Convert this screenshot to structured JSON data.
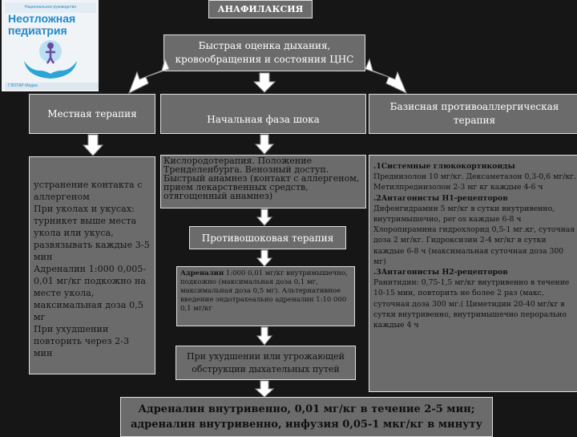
{
  "book": {
    "header": "Национальное руководство",
    "title_line1": "Неотложная",
    "title_line2": "педиатрия",
    "subtitle": "Под редакцией Б.М. Блохина",
    "footer": "ГЭОТАР-Медиа"
  },
  "title": "АНАФИЛАКСИЯ",
  "assessment": "Быстрая оценка дыхания, кровообращения и состояния ЦНС",
  "branches": {
    "local": {
      "title": "Местная терапия",
      "text": "устранение контакта с аллергеном\nПри уколах и укусах: турникет выше места укола или укуса, развязывать каждые 3-5 мин\nАдреналин 1:000 0,005-0,01 мг/кг подкожно на месте укола, максимальная доза 0,5 мг\nПри ухудшении повторить через 2-3 мин"
    },
    "shock": {
      "title": "Начальная фаза шока",
      "step1": "Кислородотерапия. Положение Тренделенбурга. Венозный доступ. Быстрый анамнез (контакт с аллергеном, прием лекарственных средств, отягощенный анамнез)",
      "step2": "Противошоковая терапия",
      "step3_bold": "Адреналин",
      "step3_rest": " 1:000 0,01 мг/кг внутримышечно, подкожно (максимальная доза 0,1 мг, максимальная доза 0,5 мг). Альтернативное введение эндотрахеально адреналин 1:10 000 0,1 мг/кг",
      "step4": "При ухудшении или угрожающей обструкции дыхательных путей"
    },
    "basic": {
      "title": "Базисная противоаллергическая терапия",
      "items": [
        {
          "type": "heading",
          "text": ".1Системные глюкокортикоиды"
        },
        {
          "type": "text",
          "text": "Преднизолон 10 мг/кг. Дексаметазон 0,3-0,6 мг/кг. Метилпреднизолон 2-3 мг кг каждые 4-6 ч"
        },
        {
          "type": "heading",
          "text": ".2Антагонисты H1-рецепторов"
        },
        {
          "type": "text",
          "text": "Дифенгидрамин 5 мг/кг в сутки внутривенно, внутримышечно, per os каждые 6-8 ч Хлоропирамина гидрохлорид 0,5-1 мг.кг, суточная доза 2 мг/кг. Гидроксизин 2-4 мг/кг в сутки каждые 6-8 ч (максимальная суточная доза 300 мг)"
        },
        {
          "type": "heading",
          "text": ".3Антагонисты H2-рецепторов"
        },
        {
          "type": "text",
          "text": "Ранитидин: 0,75-1,5 мг/кг внутривенно в течение 10-15 мин, повторить не более 2 раз (макс, суточная доза 300 мг.( Циметидин 20-40 мг/кг в сутки внутривенно, внутримышечно перорально каждые 4 ч"
        }
      ]
    }
  },
  "bottom": {
    "line1": "Адреналин внутривенно, 0,01 мг/кг в течение 2-5 мин;",
    "line2": "адреналин внутривенно, инфузия 0,05-1 мкг/кг в минуту"
  },
  "colors": {
    "background": "#161616",
    "box": "#6b6b6b",
    "border": "#e0e0e0",
    "book_blue": "#1e8ad0"
  }
}
